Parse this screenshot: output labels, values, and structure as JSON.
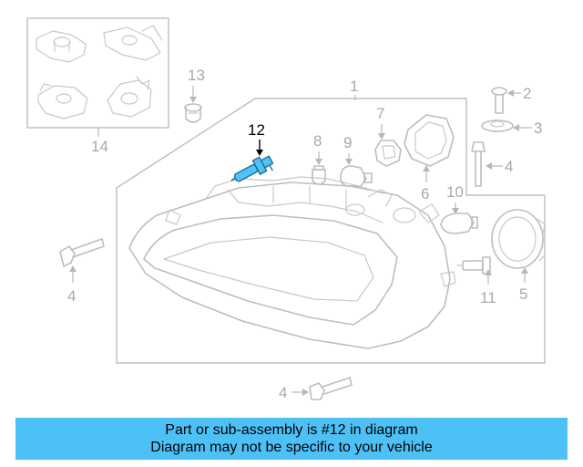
{
  "callouts": {
    "c1": "1",
    "c2": "2",
    "c3": "3",
    "c4a": "4",
    "c4b": "4",
    "c4c": "4",
    "c5": "5",
    "c6": "6",
    "c7": "7",
    "c8": "8",
    "c9": "9",
    "c10": "10",
    "c11": "11",
    "c12": "12",
    "c13": "13",
    "c14": "14"
  },
  "highlighted_part": "12",
  "colors": {
    "highlight_fill": "#4fc3f7",
    "banner_background": "#4dc1f6",
    "part_lines": "#bdbdbd"
  },
  "banner": {
    "line1": "Part or sub-assembly is #12 in diagram",
    "line2": "Diagram may not be specific to your vehicle"
  }
}
